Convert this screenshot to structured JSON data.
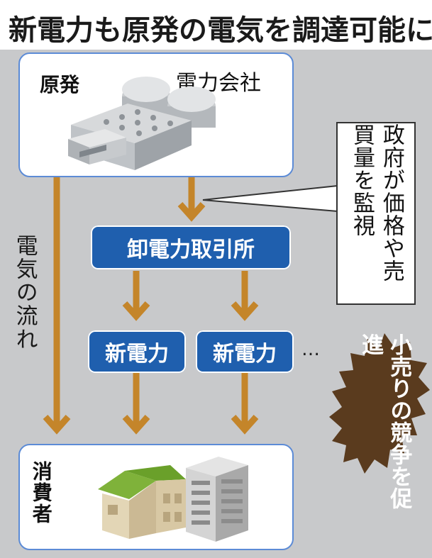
{
  "title": "新電力も原発の電気を調達可能に",
  "top_panel": {
    "label": "原発",
    "company": "電力会社"
  },
  "flow_label": "電気の流れ",
  "exchange": "卸電力取引所",
  "new_power": [
    "新電力",
    "新電力"
  ],
  "ellipsis": "…",
  "government_note": "政府が価格や売買量を監視",
  "competition_note": "小売りの競争を促進",
  "bottom_panel": {
    "label": "消費者"
  },
  "colors": {
    "panel_border": "#5c8bd6",
    "box_blue": "#1f5fae",
    "arrow_orange": "#c4852a",
    "burst_brown": "#5a3b1e",
    "background_gray": "#c8c9cb"
  }
}
